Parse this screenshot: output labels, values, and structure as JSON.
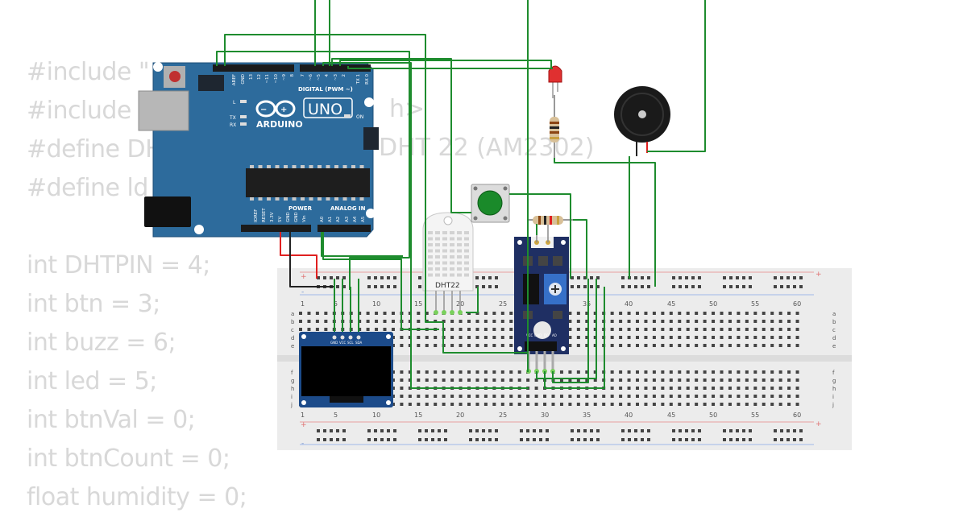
{
  "code_lines": [
    "#include \"",
    "#include ",
    "#define DH",
    "#define ld",
    "",
    "int DHTPIN = 4;",
    "int btn = 3;",
    "int buzz = 6;",
    "int led = 5;",
    "int btnVal = 0;",
    "int btnCount = 0;",
    "float humidity = 0;"
  ],
  "code_fragments": {
    "include_tail": "h>",
    "define_tail": "DHT 22 (AM2302)"
  },
  "arduino": {
    "model": "UNO",
    "brand": "ARDUINO",
    "digital_label": "DIGITAL (PWM ~)",
    "power_label": "POWER",
    "analog_label": "ANALOG IN",
    "on_label": "ON",
    "l_label": "L",
    "tx_label": "TX",
    "rx_label": "RX",
    "top_pins": [
      "AREF",
      "GND",
      "13",
      "12",
      "~11",
      "~10",
      "~9",
      "8",
      "7",
      "~6",
      "~5",
      "4",
      "~3",
      "2",
      "TX 1",
      "RX 0"
    ],
    "power_pins": [
      "IOREF",
      "RESET",
      "3.3V",
      "5V",
      "GND",
      "GND",
      "Vin"
    ],
    "analog_pins": [
      "A0",
      "A1",
      "A2",
      "A3",
      "A4",
      "A5"
    ]
  },
  "dht22": {
    "label": "DHT22"
  },
  "oled": {
    "pins": [
      "GND",
      "VCC",
      "SCL",
      "SDA"
    ]
  },
  "ldr_module": {
    "pins": [
      "VCC",
      "GND",
      "DO",
      "AO"
    ]
  },
  "breadboard": {
    "column_numbers": [
      "1",
      "5",
      "10",
      "15",
      "20",
      "25",
      "30",
      "35",
      "40",
      "45",
      "50",
      "55",
      "60"
    ],
    "rows_top": [
      "a",
      "b",
      "c",
      "d",
      "e"
    ],
    "rows_bottom": [
      "f",
      "g",
      "h",
      "i",
      "j"
    ],
    "plus": "+",
    "minus": "-"
  },
  "colors": {
    "wire_green": "#1e8c2e",
    "wire_red": "#e02020",
    "wire_black": "#222222",
    "board_blue": "#2d6b9c",
    "breadboard": "#ececec"
  }
}
